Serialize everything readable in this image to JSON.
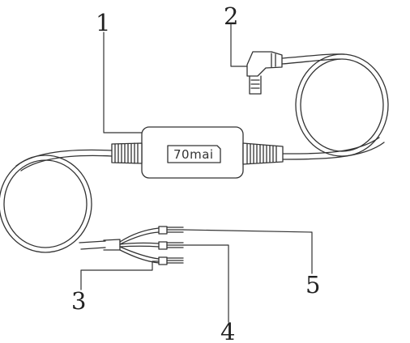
{
  "module": {
    "brand_label": "70mai"
  },
  "callouts": [
    {
      "id": "1",
      "label": "1"
    },
    {
      "id": "2",
      "label": "2"
    },
    {
      "id": "3",
      "label": "3"
    },
    {
      "id": "4",
      "label": "4"
    },
    {
      "id": "5",
      "label": "5"
    }
  ],
  "colors": {
    "line": "#333333",
    "fill": "#ffffff"
  }
}
